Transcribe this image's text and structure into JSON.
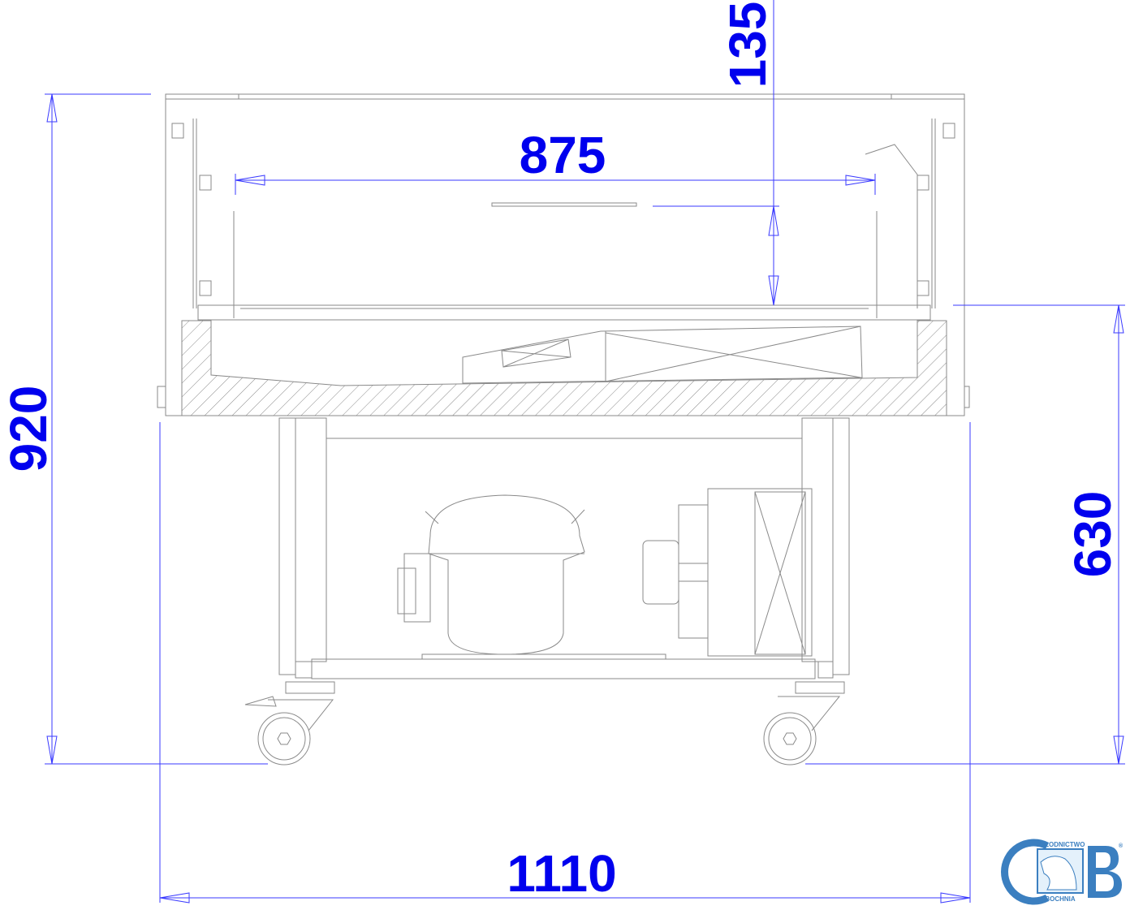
{
  "dimensions": {
    "total_height": "920",
    "top_offset": "135",
    "inner_width": "875",
    "base_height": "630",
    "total_width": "1110"
  },
  "logo": {
    "top_text": "CHŁODNICTWO",
    "bottom_text": "BOCHNIA",
    "letters": "CB",
    "registered": "®"
  },
  "colors": {
    "dimension": "#0000ee",
    "drawing": "#8a8a8a",
    "logo": "#3b7fc0"
  }
}
